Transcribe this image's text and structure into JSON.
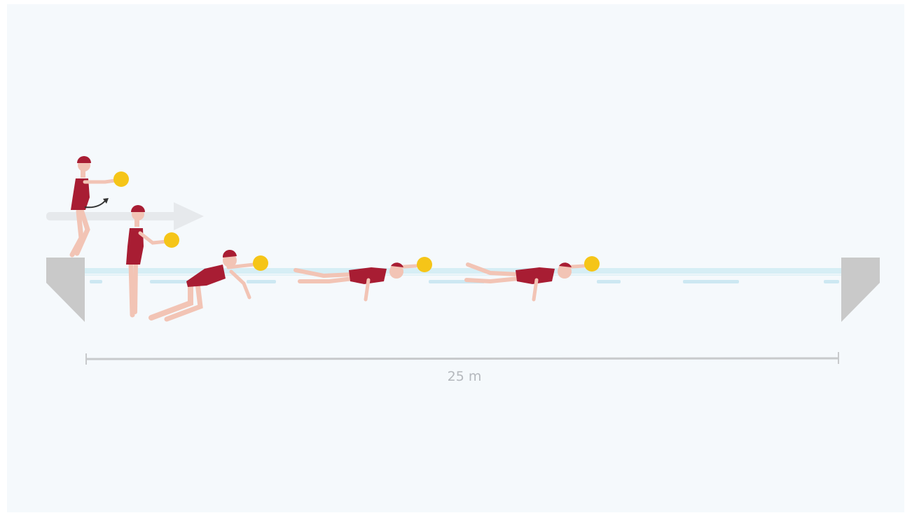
{
  "diagram": {
    "distance_label": "25 m",
    "colors": {
      "background": "#f5f9fc",
      "water_line": "#d6eef5",
      "lane_markers": "#cde8f2",
      "pool_wall": "#c9c9c9",
      "swimsuit": "#a81d33",
      "skin": "#f2c4b5",
      "ball": "#f5c518",
      "arrow": "#e6e9ec",
      "measure_line": "#c8cacc"
    },
    "icons": [
      "swimmer-figure",
      "ball-icon",
      "direction-arrow",
      "rotation-arrow-icon"
    ],
    "phases": [
      "stand-with-ball",
      "jump-entry",
      "kneel-on-water",
      "glide-push-ball",
      "glide-push-ball"
    ]
  }
}
